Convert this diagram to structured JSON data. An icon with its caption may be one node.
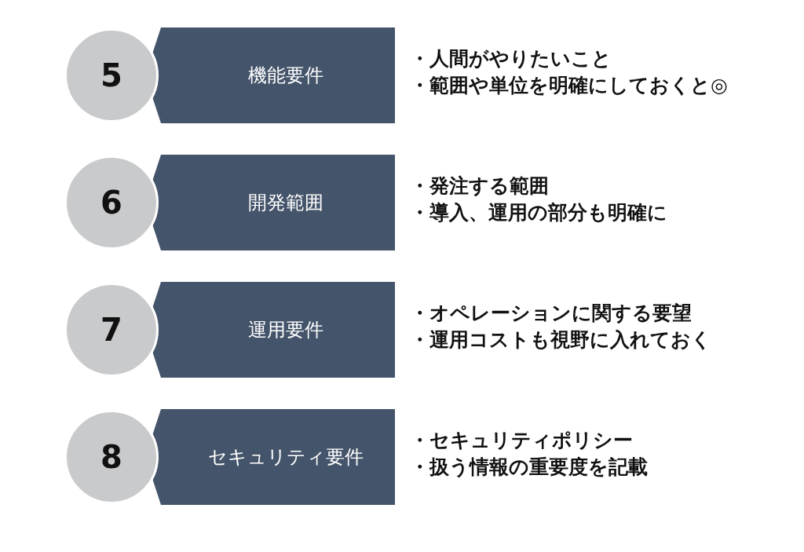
{
  "diagram": {
    "nodes": [
      {
        "text": [
          "5"
        ]
      },
      {
        "text": [
          "機能要件"
        ],
        "beside": [
          "・人間がやりたいこと",
          "・範囲や単位を明確にしておくと◎"
        ]
      },
      {
        "text": [
          "6"
        ]
      },
      {
        "text": [
          "開発範囲"
        ],
        "beside": [
          "・発注する範囲",
          "・導入、運用の部分も明確に"
        ]
      },
      {
        "text": [
          "7"
        ]
      },
      {
        "text": [
          "運用要件"
        ],
        "beside": [
          "・オペレーションに関する要望",
          "・運用コストも視野に入れておく"
        ]
      },
      {
        "text": [
          "8"
        ]
      },
      {
        "text": [
          "セキュリティ要件"
        ],
        "beside": [
          "・セキュリティポリシー",
          "・扱う情報の重要度を記載"
        ]
      }
    ],
    "edges": []
  }
}
